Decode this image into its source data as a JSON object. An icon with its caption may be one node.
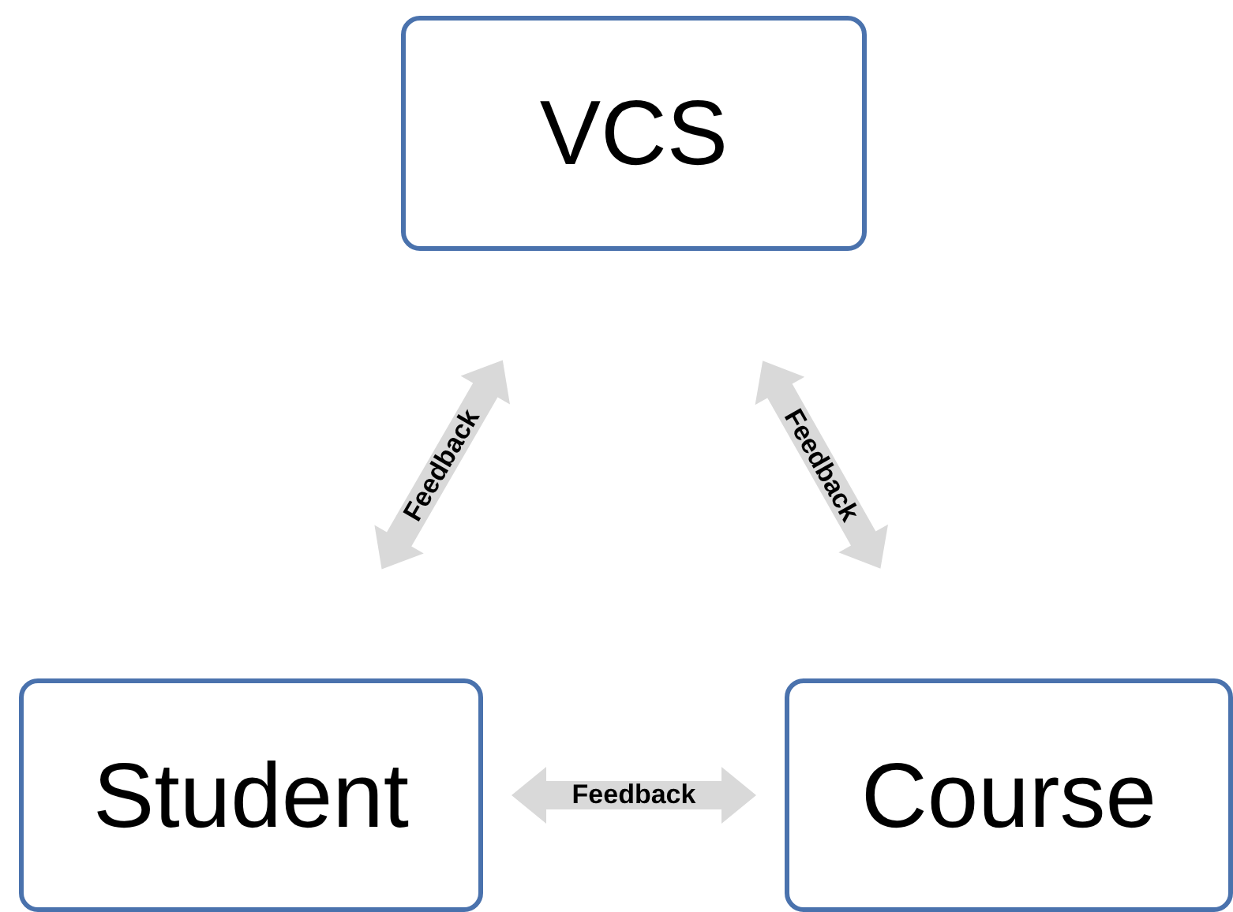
{
  "diagram": {
    "nodes": [
      {
        "text": [
          "VCS"
        ]
      },
      {
        "text": [
          "Student"
        ]
      },
      {
        "text": [
          "Course"
        ]
      }
    ],
    "edges": [
      {
        "from": 1,
        "to": 0,
        "arrow": "both",
        "label": "Feedback",
        "style": "thick"
      },
      {
        "from": 0,
        "to": 2,
        "arrow": "both",
        "label": "Feedback",
        "style": "thick"
      },
      {
        "from": 1,
        "to": 2,
        "arrow": "both",
        "label": "Feedback",
        "style": "thick"
      }
    ]
  }
}
